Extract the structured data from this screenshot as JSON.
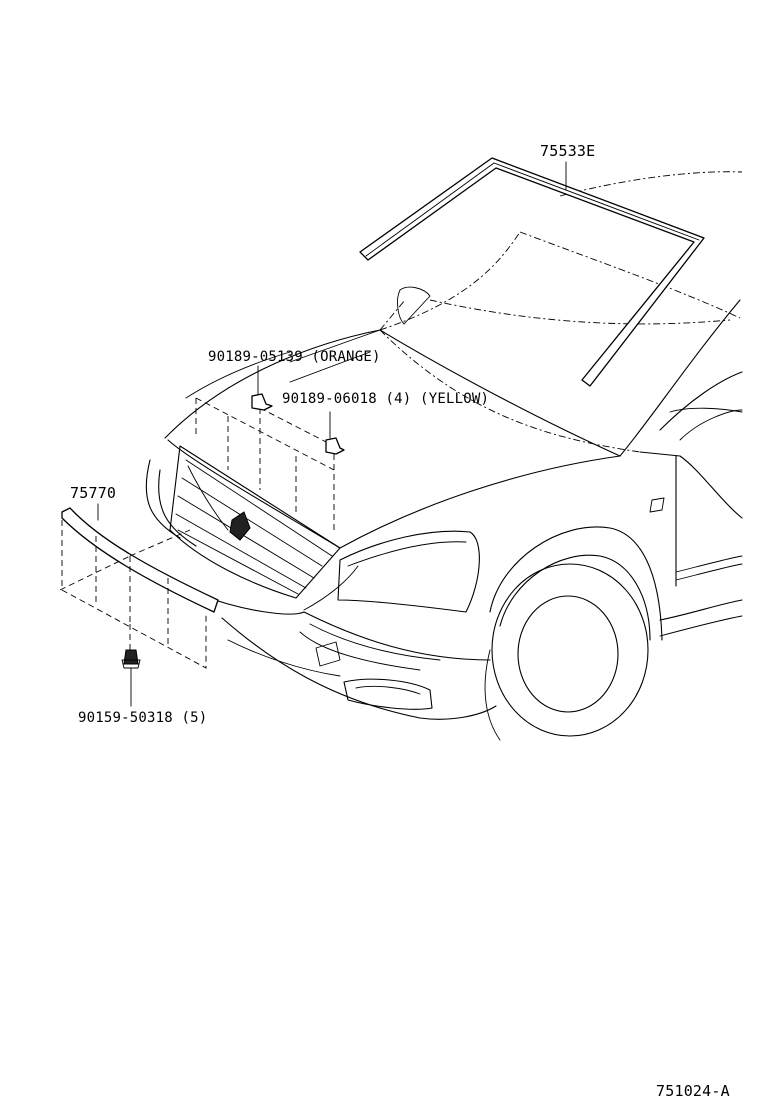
{
  "diagram": {
    "part_numbers": {
      "windshield_molding": "75533E",
      "grille_molding": "75770",
      "clip_orange": "90189-05139 (ORANGE)",
      "clip_yellow": "90189-06018 (4) (YELLOW)",
      "screw": "90159-50318 (5)"
    },
    "figure_id": "751024-A"
  }
}
